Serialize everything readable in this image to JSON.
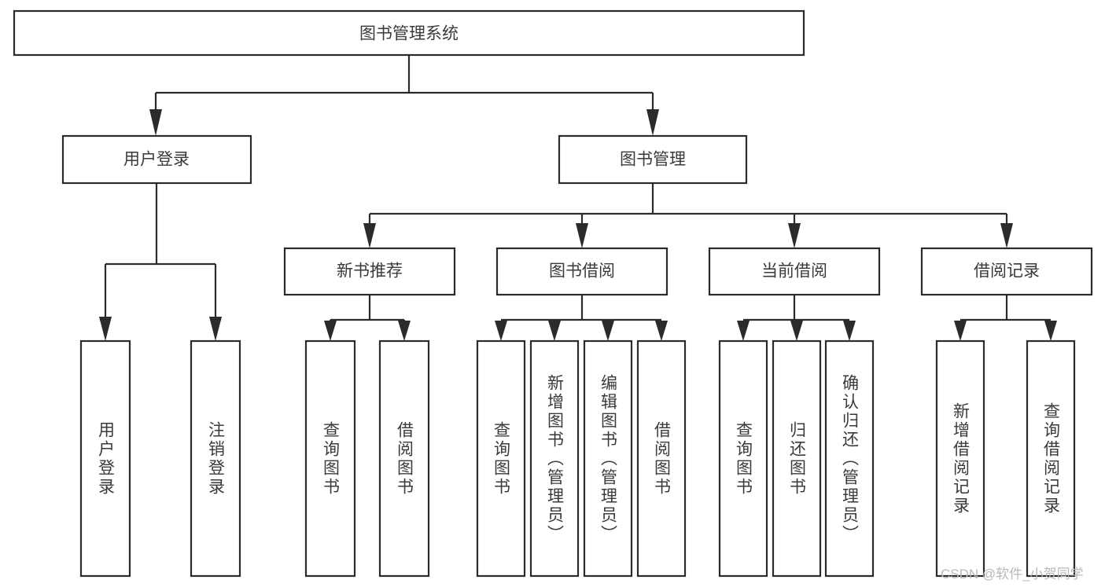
{
  "diagram": {
    "type": "tree-hierarchy",
    "title": "图书管理系统",
    "root": {
      "label": "图书管理系统",
      "children": [
        {
          "label": "用户登录",
          "children": [
            {
              "label": "用户登录"
            },
            {
              "label": "注销登录"
            }
          ]
        },
        {
          "label": "图书管理",
          "children": [
            {
              "label": "新书推荐",
              "children": [
                {
                  "label": "查询图书"
                },
                {
                  "label": "借阅图书"
                }
              ]
            },
            {
              "label": "图书借阅",
              "children": [
                {
                  "label": "查询图书"
                },
                {
                  "label": "新增图书（管理员）"
                },
                {
                  "label": "编辑图书（管理员）"
                },
                {
                  "label": "借阅图书"
                }
              ]
            },
            {
              "label": "当前借阅",
              "children": [
                {
                  "label": "查询图书"
                },
                {
                  "label": "归还图书"
                },
                {
                  "label": "确认归还（管理员）"
                }
              ]
            },
            {
              "label": "借阅记录",
              "children": [
                {
                  "label": "新增借阅记录"
                },
                {
                  "label": "查询借阅记录"
                }
              ]
            }
          ]
        }
      ]
    },
    "nodes": {
      "root": "图书管理系统",
      "level1": {
        "user_login": "用户登录",
        "book_manage": "图书管理"
      },
      "level2": {
        "new_book_rec": "新书推荐",
        "book_borrow": "图书借阅",
        "current_borrow": "当前借阅",
        "borrow_record": "借阅记录"
      },
      "leaves": {
        "user_login_1": "用户登录",
        "user_login_2": "注销登录",
        "new_book_rec_1": "查询图书",
        "new_book_rec_2": "借阅图书",
        "book_borrow_1": "查询图书",
        "book_borrow_2": "新增图书（管理员）",
        "book_borrow_3": "编辑图书（管理员）",
        "book_borrow_4": "借阅图书",
        "current_borrow_1": "查询图书",
        "current_borrow_2": "归还图书",
        "current_borrow_3": "确认归还（管理员）",
        "borrow_record_1": "新增借阅记录",
        "borrow_record_2": "查询借阅记录"
      }
    },
    "colors": {
      "box_stroke": "#2b2b2b",
      "box_fill": "#ffffff",
      "text": "#3a3a3a",
      "connector": "#2b2b2b",
      "watermark": "#b9b9b9",
      "background": "#ffffff"
    }
  },
  "watermark": {
    "text": "CSDN @软件_小贺同学"
  }
}
